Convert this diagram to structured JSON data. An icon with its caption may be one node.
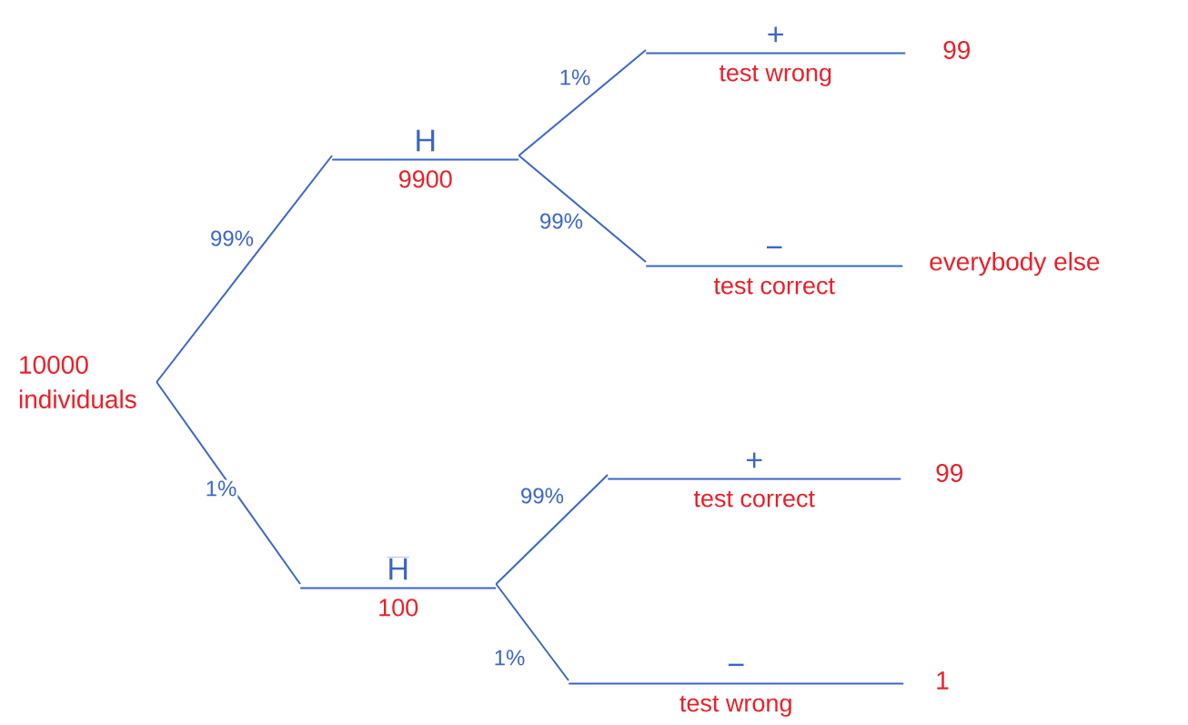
{
  "diagram": {
    "nodes": [
      {
        "text": [
          "10000 individuals"
        ]
      },
      {
        "text": [
          "H",
          "9900"
        ]
      },
      {
        "text": [
          "+",
          "test wrong"
        ],
        "beside": [
          "99"
        ]
      },
      {
        "text": [
          "−",
          "test correct"
        ],
        "beside": [
          "everybody else"
        ]
      },
      {
        "text": [
          "\\overline{\\mathrm{H}}",
          "100"
        ]
      },
      {
        "text": [
          "+",
          "test correct"
        ],
        "beside": [
          "99"
        ]
      },
      {
        "text": [
          "−",
          "test wrong"
        ],
        "beside": [
          "1"
        ]
      }
    ],
    "edges": [
      {
        "from": 0,
        "to": 1,
        "arrow": "none",
        "label": "99%"
      },
      {
        "from": 1,
        "to": 2,
        "arrow": "none",
        "label": "1%"
      },
      {
        "from": 1,
        "to": 3,
        "arrow": "none",
        "label": "99%"
      },
      {
        "from": 0,
        "to": 4,
        "arrow": "none",
        "label": "1%"
      },
      {
        "from": 4,
        "to": 5,
        "arrow": "none",
        "label": "99%"
      },
      {
        "from": 4,
        "to": 6,
        "arrow": "none",
        "label": "1%"
      }
    ]
  }
}
